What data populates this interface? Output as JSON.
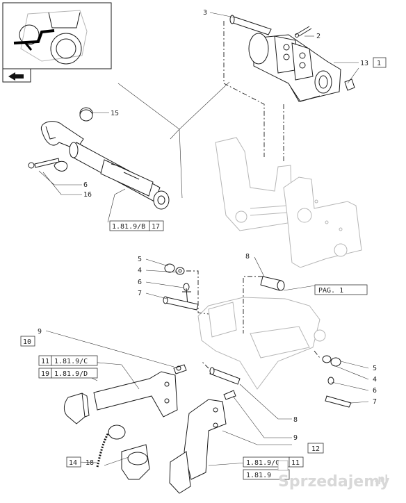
{
  "page_ref": {
    "label": "PAG. 1"
  },
  "callouts": [
    {
      "id": "c3",
      "text": "3"
    },
    {
      "id": "c2",
      "text": "2"
    },
    {
      "id": "c13",
      "text": "13"
    },
    {
      "id": "c1",
      "text": "1"
    },
    {
      "id": "c15",
      "text": "15"
    },
    {
      "id": "c6a",
      "text": "6"
    },
    {
      "id": "c16",
      "text": "16"
    },
    {
      "id": "c8a",
      "text": "8"
    },
    {
      "id": "c5a",
      "text": "5"
    },
    {
      "id": "c4a",
      "text": "4"
    },
    {
      "id": "c6b",
      "text": "6"
    },
    {
      "id": "c7a",
      "text": "7"
    },
    {
      "id": "c9a",
      "text": "9"
    },
    {
      "id": "c10",
      "text": "10"
    },
    {
      "id": "c11a",
      "text": "11"
    },
    {
      "id": "c19",
      "text": "19"
    },
    {
      "id": "c5b",
      "text": "5"
    },
    {
      "id": "c4b",
      "text": "4"
    },
    {
      "id": "c6c",
      "text": "6"
    },
    {
      "id": "c7b",
      "text": "7"
    },
    {
      "id": "c8b",
      "text": "8"
    },
    {
      "id": "c9b",
      "text": "9"
    },
    {
      "id": "c12",
      "text": "12"
    },
    {
      "id": "c14",
      "text": "14"
    },
    {
      "id": "c18",
      "text": "18"
    },
    {
      "id": "c11b",
      "text": "11"
    }
  ],
  "references": [
    {
      "id": "r1",
      "text": "1.81.9/B"
    },
    {
      "id": "r2",
      "text": "17"
    },
    {
      "id": "r3",
      "text": "1.81.9/C"
    },
    {
      "id": "r4",
      "text": "1.81.9/D"
    },
    {
      "id": "r5",
      "text": "1.81.9/C"
    },
    {
      "id": "r6",
      "text": "1.81.9"
    }
  ],
  "watermark": {
    "text": "Sprzedajemy",
    "suffix": ".pl"
  }
}
